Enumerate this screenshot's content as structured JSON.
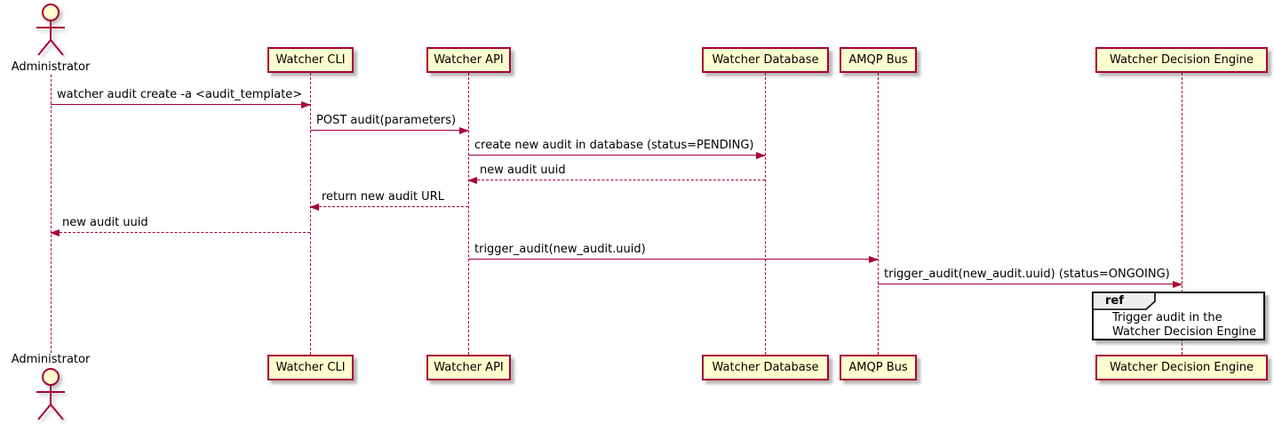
{
  "diagram": {
    "type": "uml-sequence",
    "actor": {
      "name": "Administrator"
    },
    "participants": [
      "Watcher CLI",
      "Watcher API",
      "Watcher Database",
      "AMQP Bus",
      "Watcher Decision Engine"
    ],
    "messages": [
      {
        "from": "Administrator",
        "to": "Watcher CLI",
        "label": "watcher audit create -a <audit_template>",
        "style": "solid"
      },
      {
        "from": "Watcher CLI",
        "to": "Watcher API",
        "label": "POST audit(parameters)",
        "style": "solid"
      },
      {
        "from": "Watcher API",
        "to": "Watcher Database",
        "label": "create new audit in database (status=PENDING)",
        "style": "solid"
      },
      {
        "from": "Watcher Database",
        "to": "Watcher API",
        "label": "new audit uuid",
        "style": "dashed"
      },
      {
        "from": "Watcher API",
        "to": "Watcher CLI",
        "label": "return new audit URL",
        "style": "dashed"
      },
      {
        "from": "Watcher CLI",
        "to": "Administrator",
        "label": "new audit uuid",
        "style": "dashed"
      },
      {
        "from": "Watcher API",
        "to": "AMQP Bus",
        "label": "trigger_audit(new_audit.uuid)",
        "style": "solid"
      },
      {
        "from": "AMQP Bus",
        "to": "Watcher Decision Engine",
        "label": "trigger_audit(new_audit.uuid) (status=ONGOING)",
        "style": "solid"
      }
    ],
    "ref": {
      "keyword": "ref",
      "lines": [
        "Trigger audit in the",
        "Watcher Decision Engine"
      ]
    },
    "colors": {
      "participant_fill": "#FEFECE",
      "stroke": "#A80036",
      "text": "#000000",
      "ref_header_fill": "#EEEEEE",
      "ref_border": "#000000"
    }
  }
}
